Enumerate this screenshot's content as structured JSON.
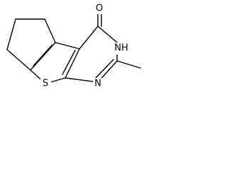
{
  "molecule": {
    "atoms": {
      "oxygen": "O",
      "nh": "NH",
      "nitrogen": "N",
      "sulfur": "S"
    },
    "colors": {
      "bond": "#000000",
      "label": "#000000",
      "background": "#ffffff"
    }
  }
}
